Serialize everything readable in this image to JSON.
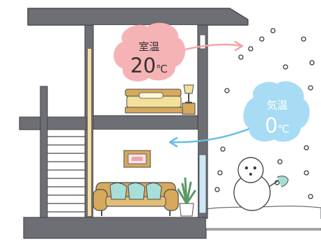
{
  "indoor": {
    "label": "室温",
    "value": "20",
    "unit": "℃"
  },
  "outdoor": {
    "label": "気温",
    "value": "0",
    "unit": "℃"
  },
  "colors": {
    "wall": "#6d6f74",
    "wall_outline": "#4a4b4f",
    "indoor_cloud": "#f6b3b5",
    "outdoor_cloud": "#a8dcf4",
    "warm_arrow": "#f3a6a6",
    "cold_arrow": "#69bde6",
    "insulation": "#f7dc9c",
    "sofa": "#d7a95c",
    "cushion": "#a8ded8",
    "bed": "#f3e09a",
    "snow_dot": "#3a3a3a"
  },
  "icons": [
    "snowman-icon",
    "lamp-icon",
    "picture-frame-icon",
    "plant-icon",
    "bed-icon",
    "sofa-icon"
  ]
}
